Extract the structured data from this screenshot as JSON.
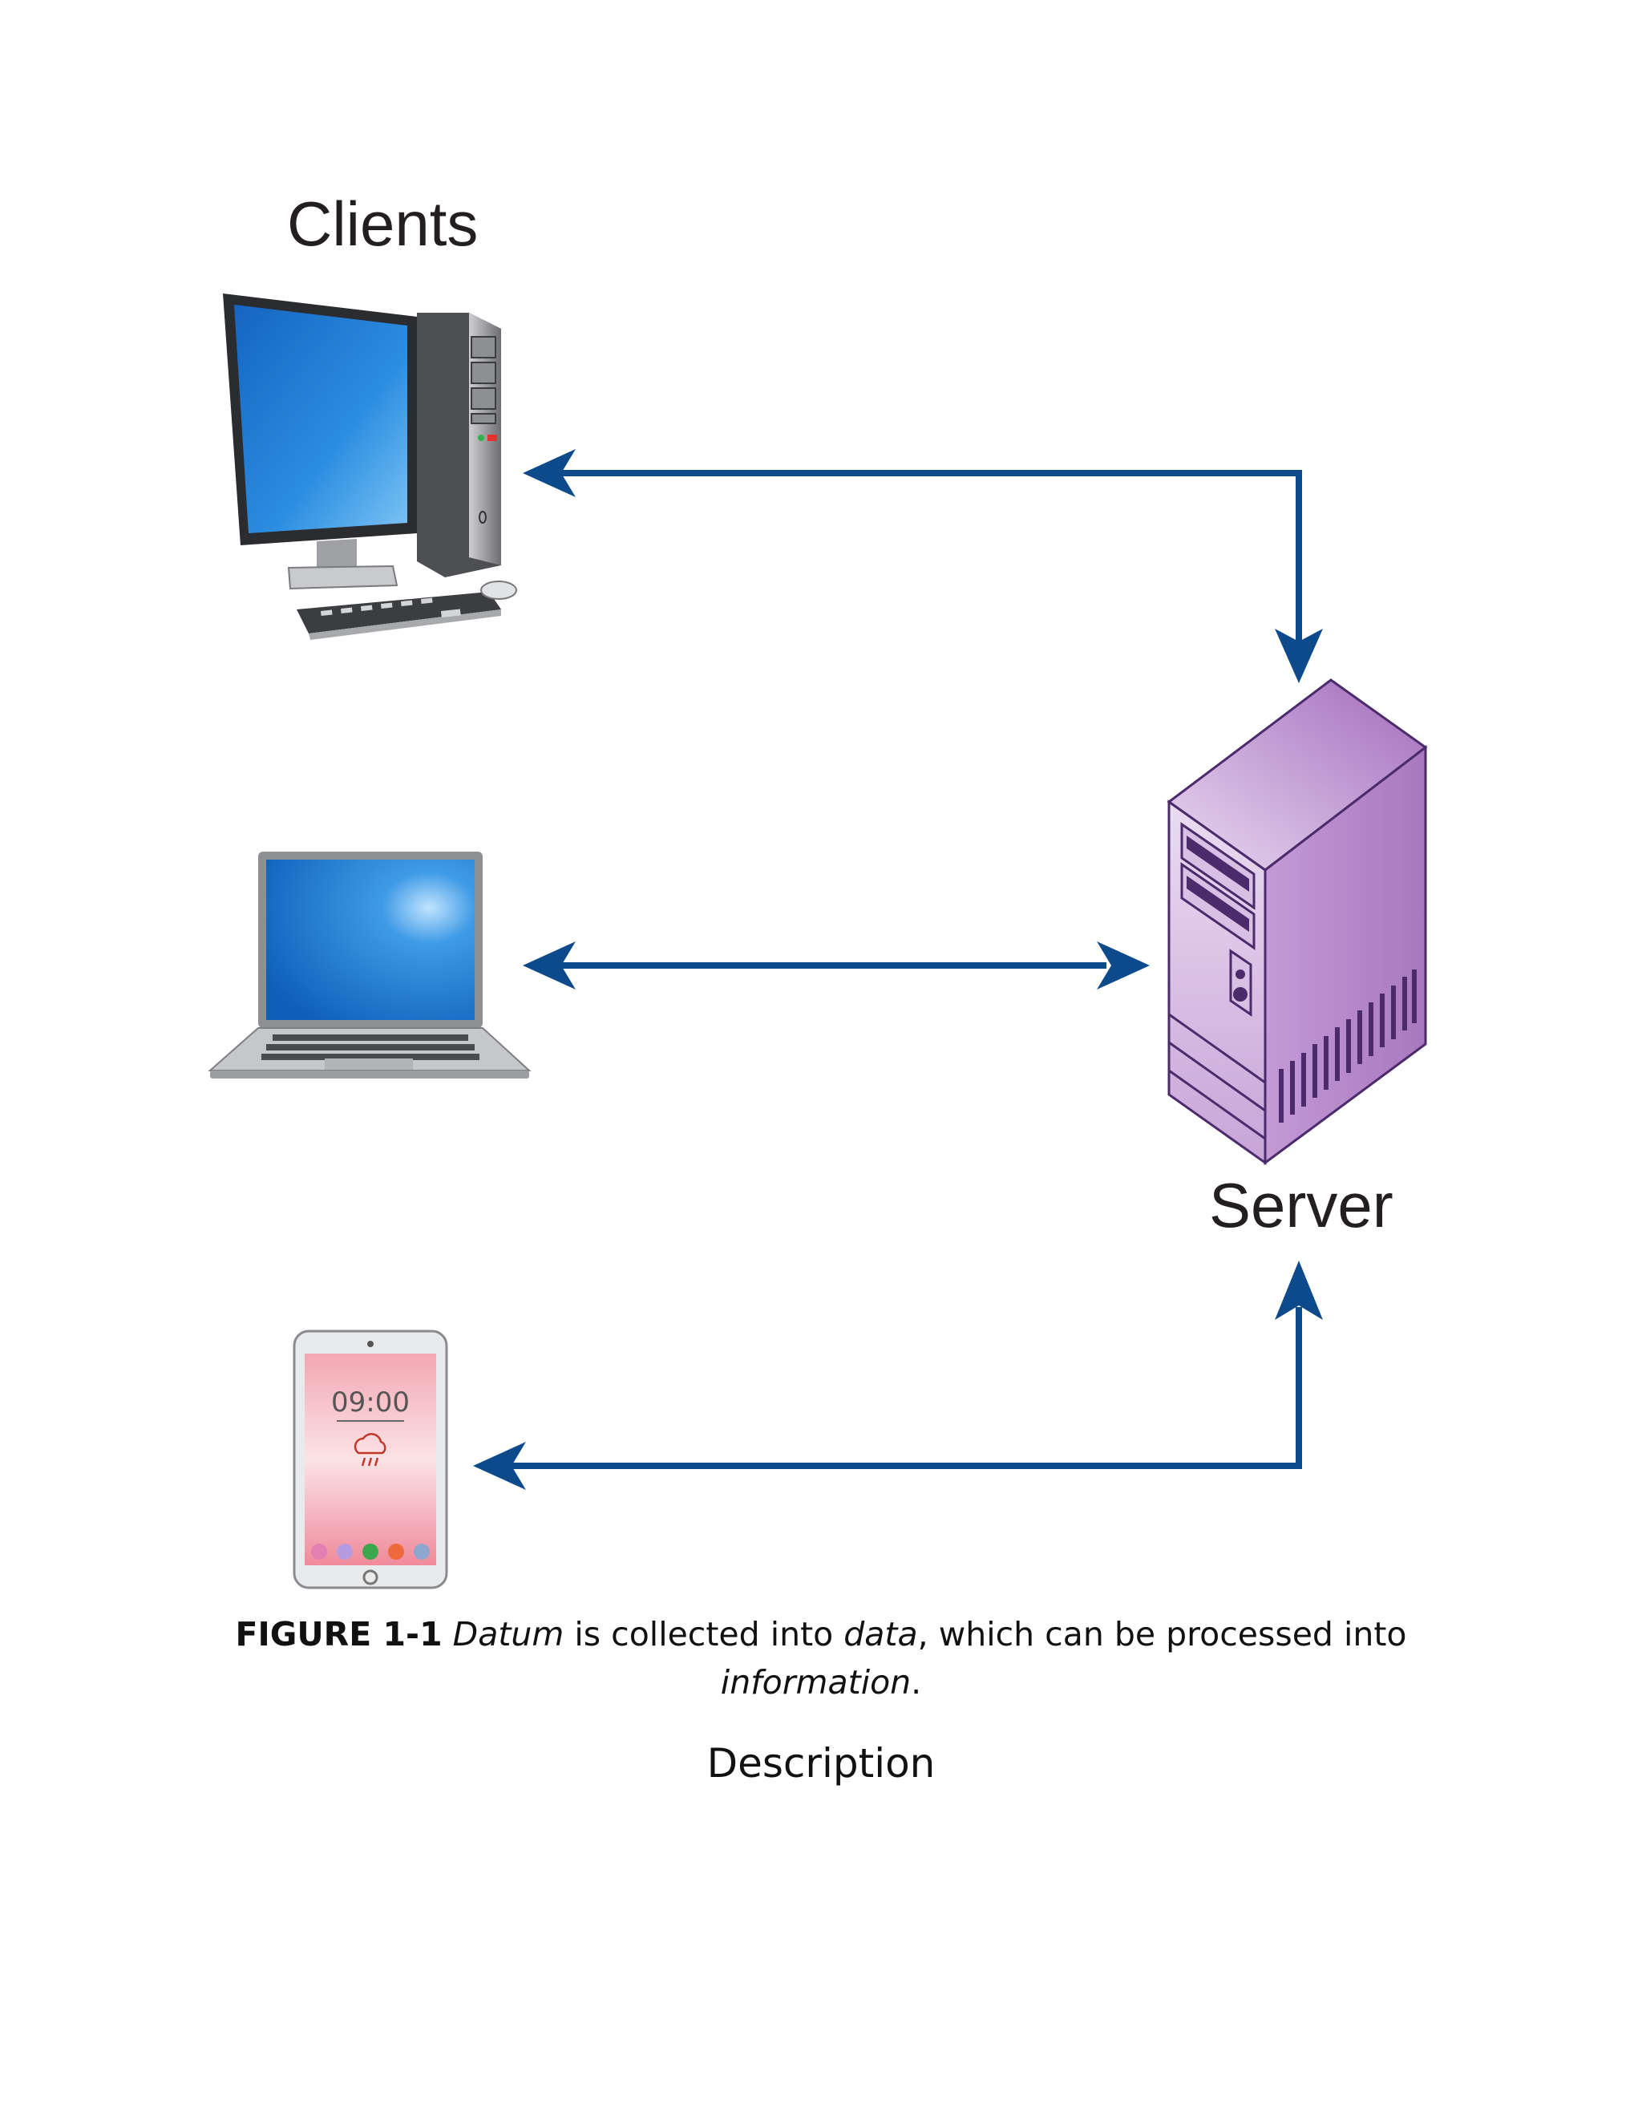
{
  "diagram": {
    "clients_label": "Clients",
    "server_label": "Server",
    "tablet_clock": "09:00",
    "arrow_color": "#0d4a8c",
    "server_color": "#b07fc4",
    "screen_color": "#1e7fd6"
  },
  "caption": {
    "figure_label": "FIGURE 1-1",
    "datum_word": "Datum",
    "text_part1": " is collected into ",
    "data_word": "data",
    "text_part2": ", which can be processed into ",
    "information_word": "information",
    "period": "."
  },
  "description_label": "Description"
}
